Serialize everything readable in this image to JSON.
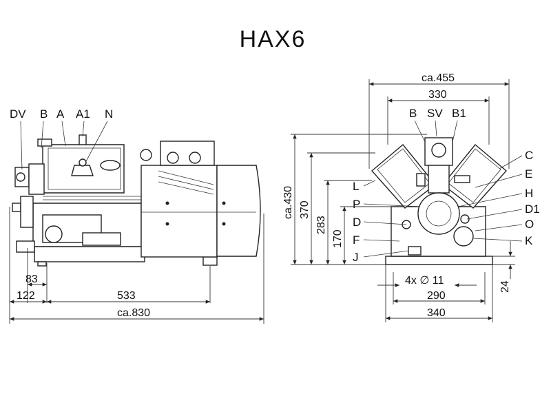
{
  "title": "HAX6",
  "side_view": {
    "labels": [
      "DV",
      "B",
      "A",
      "A1",
      "N"
    ],
    "dims": {
      "d83": "83",
      "d122": "122",
      "d533": "533",
      "d830": "ca.830"
    }
  },
  "front_view": {
    "top_labels": [
      "B",
      "SV",
      "B1"
    ],
    "left_labels": [
      "L",
      "P",
      "D",
      "F",
      "J"
    ],
    "right_labels": [
      "C",
      "E",
      "H",
      "D1",
      "O",
      "K"
    ],
    "dims": {
      "w455": "ca.455",
      "w330": "330",
      "h430": "ca.430",
      "h370": "370",
      "h283": "283",
      "h170": "170",
      "holes": "4x ∅ 11",
      "w290": "290",
      "w340": "340",
      "h24": "24"
    }
  }
}
